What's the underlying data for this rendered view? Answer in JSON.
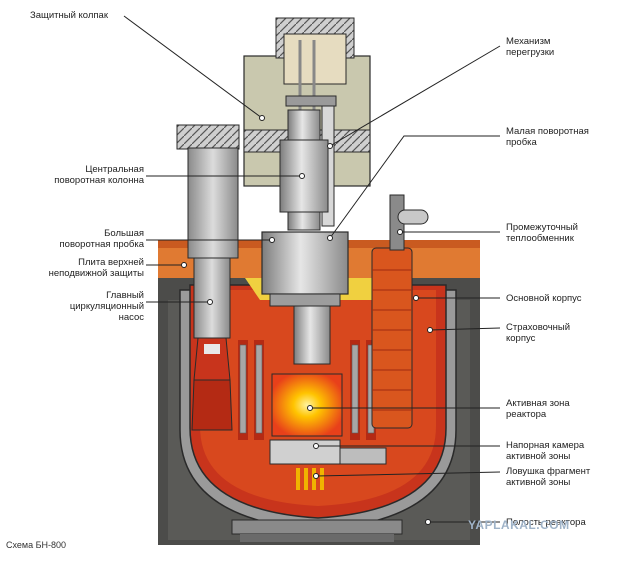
{
  "labels_left": [
    {
      "id": "protective-cap",
      "text": "Защитный колпак"
    },
    {
      "id": "central-rotating-column",
      "text": "Центральная\nповоротная колонна"
    },
    {
      "id": "large-rotating-plug",
      "text": "Большая\nповоротная пробка"
    },
    {
      "id": "upper-fixed-shield-plate",
      "text": "Плита верхней\nнеподвижной защиты"
    },
    {
      "id": "main-circulation-pump",
      "text": "Главный\nциркуляционный\nнасос"
    }
  ],
  "labels_right": [
    {
      "id": "refueling-mechanism",
      "text": "Механизм\nперегрузки"
    },
    {
      "id": "small-rotating-plug",
      "text": "Малая поворотная\nпробка"
    },
    {
      "id": "intermediate-heat-exchanger",
      "text": "Промежуточный\nтеплообменник"
    },
    {
      "id": "main-vessel",
      "text": "Основной корпус"
    },
    {
      "id": "guard-vessel",
      "text": "Страховочный\nкорпус"
    },
    {
      "id": "reactor-core",
      "text": "Активная зона\nреактора"
    },
    {
      "id": "core-pressure-chamber",
      "text": "Напорная камера\nактивной зоны"
    },
    {
      "id": "core-debris-catcher",
      "text": "Ловушка фрагмент\nактивной зоны"
    },
    {
      "id": "reactor-shaft",
      "text": "Полость реактора"
    }
  ],
  "caption": "Схема БН-800",
  "watermark": "YAPLAKAL.COM",
  "colors": {
    "concrete": "#4a4a48",
    "concrete_light": "#6b6b66",
    "beige": "#c9c6a8",
    "orange": "#e0641e",
    "red": "#c8341c",
    "steel": "#b8b8b8",
    "core_center": "#ffd000"
  }
}
